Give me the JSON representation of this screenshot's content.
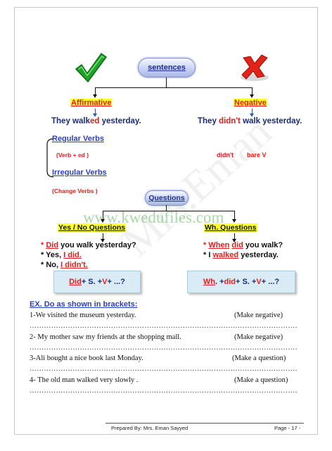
{
  "top_box": {
    "label": "sentences"
  },
  "affirmative": {
    "heading": "Affirmative",
    "example_pre": "They walk",
    "example_suffix": "ed",
    "example_post": " yesterday."
  },
  "negative": {
    "heading": "Negative",
    "example_pre": "They ",
    "example_neg": "didn't",
    "example_post": " walk yesterday.",
    "note_1": "didn't",
    "note_2": "bare V"
  },
  "verbs": {
    "regular": "Regular Verbs",
    "regular_note": "(Verb + ed )",
    "irregular": "Irregular Verbs",
    "irregular_note": "(Change Verbs )"
  },
  "questions_box": {
    "label": "Questions"
  },
  "watermark": {
    "site": "www.kwedufiles.com",
    "name": "Mrs.Eman"
  },
  "yes_no": {
    "heading": "Yes / No Questions",
    "q_star": "* ",
    "q_did": "Did",
    "q_rest": "  you  walk  yesterday?",
    "a1_pre": "* Yes,  ",
    "a1_ans": "I did.",
    "a2_pre": "* No,  ",
    "a2_ans": "I didn't.",
    "formula": {
      "did": "Did",
      "plus1": " +  S. + ",
      "v": "V",
      "rest": " + ...?"
    }
  },
  "wh": {
    "heading": "Wh.  Questions",
    "q_star": "* ",
    "q_when": "When",
    "q_mid": "  ",
    "q_did": "did",
    "q_rest": "  you  walk?",
    "a_pre": "* I  ",
    "a_walked": "walked",
    "a_post": "  yesterday.",
    "formula": {
      "wh": "Wh",
      "dot": ". + ",
      "did": "did",
      "plus1": " +  S. +  ",
      "v": "V",
      "rest": " +  ...?"
    }
  },
  "exercise": {
    "heading": "EX. Do as shown in brackets:",
    "items": [
      {
        "text": "1-We visited the museum  yesterday.",
        "instruction": "(Make negative)"
      },
      {
        "text": "2- My mother saw my friends at the shopping mall.",
        "instruction": "(Make negative)"
      },
      {
        "text": "3-Ali  bought a nice  book last Monday.",
        "instruction": "(Make a question)"
      },
      {
        "text": "4- The old man walked very slowly .",
        "instruction": "(Make a question)"
      }
    ],
    "dots": "……………………………………………………………………………………………………"
  },
  "footer": {
    "prepared_by": "Prepared By: Mrs. Eman Sayyed",
    "page": "Page - 17 -"
  },
  "colors": {
    "accent_red": "#e51c1c",
    "accent_blue": "#2a3fbf",
    "highlight": "#ffff33"
  },
  "icons": {
    "check": "check-mark-icon",
    "cross": "cross-mark-icon"
  }
}
